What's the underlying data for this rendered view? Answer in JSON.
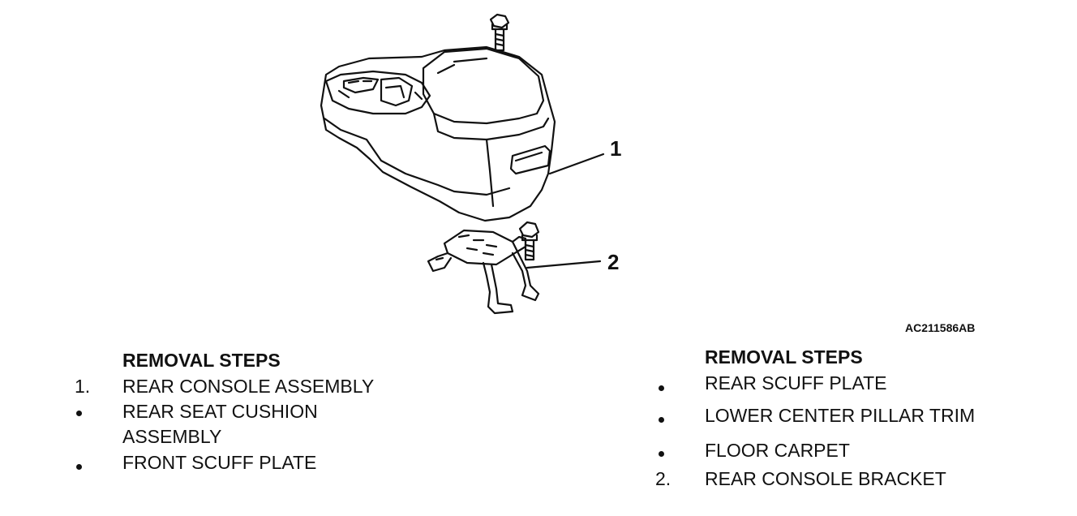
{
  "figure": {
    "code": "AC211586AB",
    "callouts": [
      "1",
      "2"
    ]
  },
  "left_steps": {
    "heading": "REMOVAL STEPS",
    "items": [
      {
        "marker": "1.",
        "text": "REAR CONSOLE ASSEMBLY"
      },
      {
        "marker": "bullet",
        "text": "REAR SEAT CUSHION"
      },
      {
        "marker": "",
        "text": "ASSEMBLY"
      },
      {
        "marker": "bullet",
        "text": "FRONT SCUFF PLATE"
      }
    ]
  },
  "right_steps": {
    "heading": "REMOVAL STEPS",
    "items": [
      {
        "marker": "bullet",
        "text": "REAR SCUFF PLATE"
      },
      {
        "marker": "bullet",
        "text": "LOWER CENTER PILLAR TRIM"
      },
      {
        "marker": "bullet",
        "text": "FLOOR CARPET"
      },
      {
        "marker": "2.",
        "text": "REAR CONSOLE BRACKET"
      }
    ]
  }
}
